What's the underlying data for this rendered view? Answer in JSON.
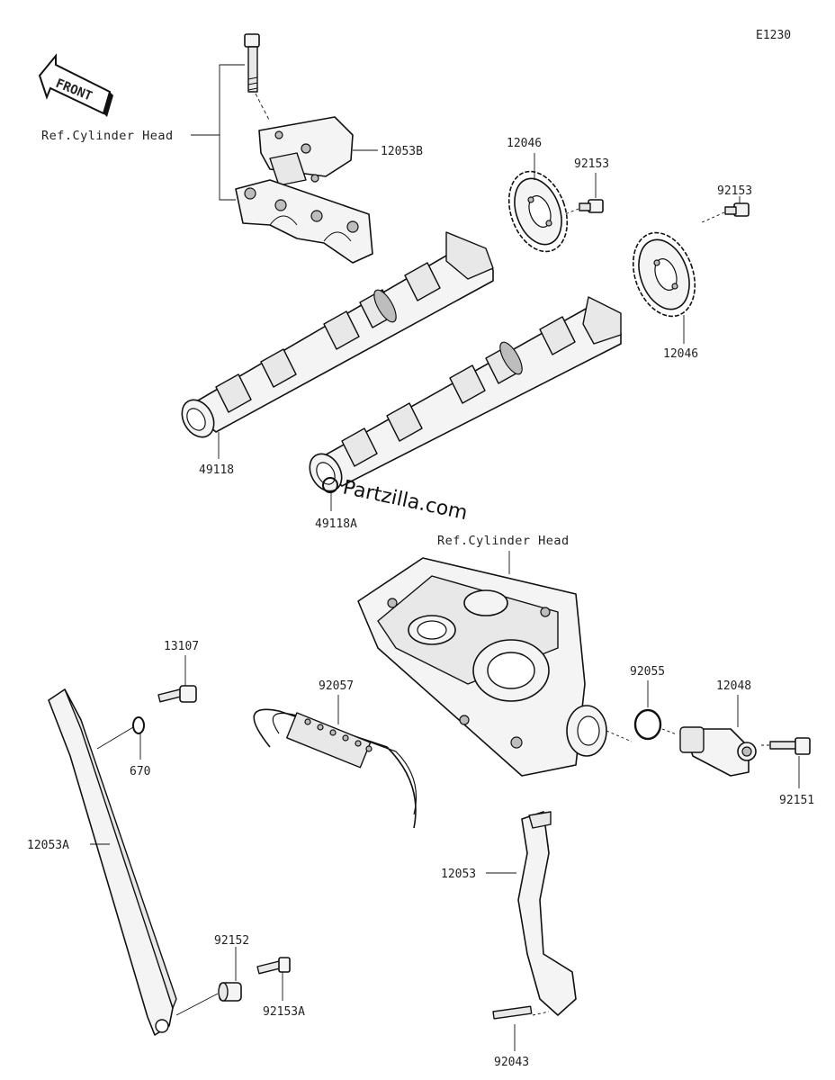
{
  "diagram": {
    "code": "E1230",
    "front_label": "FRONT",
    "references": {
      "cylinder_head_top": "Ref.Cylinder Head",
      "cylinder_head_mid": "Ref.Cylinder Head"
    },
    "watermark": "Partzilla.com",
    "callouts": {
      "p12053B": "12053B",
      "p12046_a": "12046",
      "p92153_a": "92153",
      "p92153_b": "92153",
      "p12046_b": "12046",
      "p49118": "49118",
      "p49118A": "49118A",
      "p13107": "13107",
      "p92057": "92057",
      "p92055": "92055",
      "p12048": "12048",
      "p670": "670",
      "p92151": "92151",
      "p12053A": "12053A",
      "p12053": "12053",
      "p92152": "92152",
      "p92153A": "92153A",
      "p92043": "92043"
    }
  }
}
